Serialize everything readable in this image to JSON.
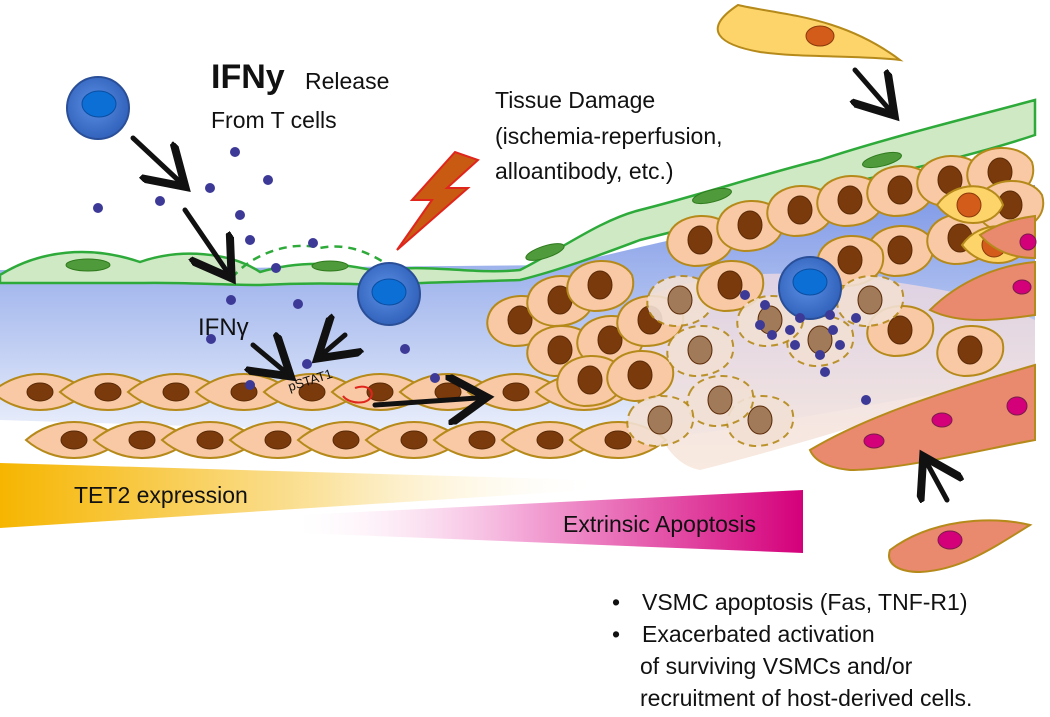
{
  "labels": {
    "ifny_title": "IFNy",
    "release": "Release",
    "from_t_cells": "From T cells",
    "tissue_damage_line1": "Tissue Damage",
    "tissue_damage_line2": "(ischemia-reperfusion,",
    "tissue_damage_line3": "alloantibody, etc.)",
    "ifny_small": "IFNγ",
    "pstat1": "pSTAT1",
    "tet2": "TET2 expression",
    "extrinsic": "Extrinsic Apoptosis"
  },
  "bullets": {
    "item1": "VSMC apoptosis (Fas, TNF-R1)",
    "item2": "Exacerbated activation",
    "line3": "of surviving VSMCs and/or",
    "line4": "recruitment of host-derived cells."
  },
  "colors": {
    "endothelium": "#cfe9c4",
    "endothelium_stroke": "#2eaa3a",
    "smc_fill": "#f8c9a4",
    "smc_stroke": "#b58a1a",
    "nucleus": "#7a3a0c",
    "tcell": "#3b6fc9",
    "ifn_dot": "#3c3a96",
    "lumen": "#8fa7e8",
    "lightning": "#c85a12",
    "tet2_gradient": "#f6b500",
    "apoptosis_gradient": "#d4007a",
    "host_cell": "#e9896d",
    "host_nucleus": "#d4007a",
    "yellow_cell": "#fdd46a"
  },
  "icons": [
    "t-cell-icon",
    "ifn-molecule-icon",
    "lightning-icon",
    "arrow-icon",
    "smooth-muscle-cell-icon",
    "endothelial-cell-icon"
  ]
}
